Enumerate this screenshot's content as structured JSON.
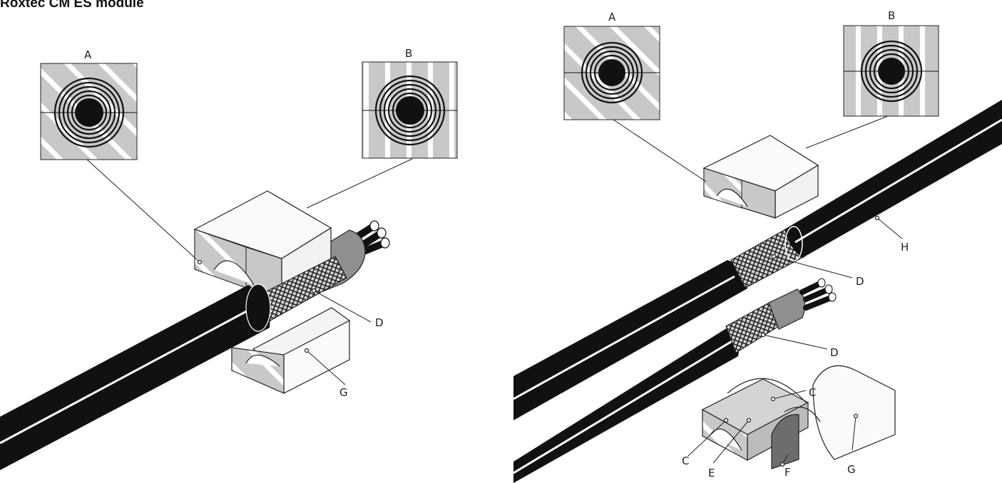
{
  "title": "Roxtec CM ES module",
  "colors": {
    "cable": "#111111",
    "stripe": "#ffffff",
    "rubber": "#c8c8c8",
    "shade": "#a9a9a9",
    "dark_rubber": "#6d6d6d"
  },
  "left": {
    "labels": {
      "a": "A",
      "b": "B",
      "d": "D",
      "g": "G"
    }
  },
  "right": {
    "labels": {
      "a": "A",
      "b": "B",
      "h": "H",
      "d1": "D",
      "d2": "D",
      "c1": "C",
      "c2": "C",
      "e": "E",
      "f": "F",
      "g": "G"
    }
  }
}
